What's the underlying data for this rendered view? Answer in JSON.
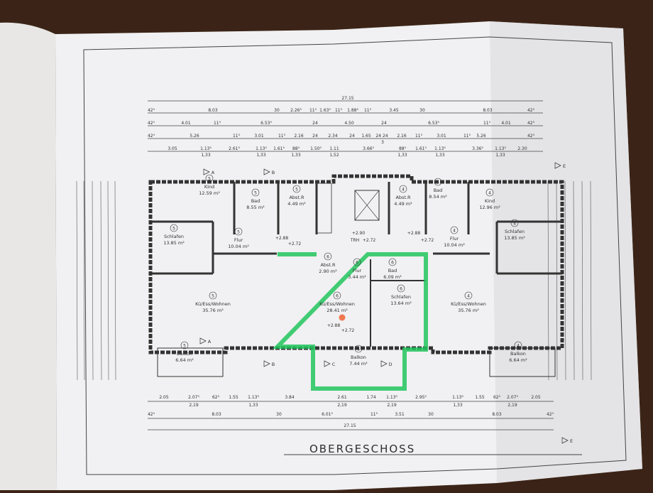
{
  "drawing": {
    "title": "OBERGESCHOSS",
    "highlight_color": "#22c55e",
    "marker_color": "#f05a28",
    "section_markers": [
      "A",
      "A",
      "B",
      "B",
      "C",
      "D",
      "E",
      "E"
    ]
  },
  "rooms": [
    {
      "unit": "5",
      "name": "Kind",
      "area": "12.59 m²"
    },
    {
      "unit": "5",
      "name": "Bad",
      "area": "8.55 m²"
    },
    {
      "unit": "5",
      "name": "Abst.R",
      "area": "4.49 m²"
    },
    {
      "unit": "5",
      "name": "Schlafen",
      "area": "13.85 m²"
    },
    {
      "unit": "5",
      "name": "Flur",
      "area": "10.04 m²"
    },
    {
      "unit": "5",
      "name": "Kü/Ess/Wohnen",
      "area": "35.76 m²"
    },
    {
      "unit": "5",
      "name": "Balkon",
      "area": "6.64 m²"
    },
    {
      "unit": "6",
      "name": "Abst.R",
      "area": "2.90 m²"
    },
    {
      "unit": "6",
      "name": "Flur",
      "area": "3.44 m²"
    },
    {
      "unit": "6",
      "name": "Bad",
      "area": "6.09 m²"
    },
    {
      "unit": "6",
      "name": "Schlafen",
      "area": "13.64 m²"
    },
    {
      "unit": "6",
      "name": "Kü/Ess/Wohnen",
      "area": "28.41 m²"
    },
    {
      "unit": "6",
      "name": "Balkon",
      "area": "7.44 m²"
    },
    {
      "unit": "4",
      "name": "Abst.R",
      "area": "4.49 m²"
    },
    {
      "unit": "4",
      "name": "Bad",
      "area": "8.54 m²"
    },
    {
      "unit": "4",
      "name": "Kind",
      "area": "12.96 m²"
    },
    {
      "unit": "4",
      "name": "Flur",
      "area": "10.04 m²"
    },
    {
      "unit": "4",
      "name": "Schlafen",
      "area": "13.85 m²"
    },
    {
      "unit": "4",
      "name": "Kü/Ess/Wohnen",
      "area": "35.76 m²"
    },
    {
      "unit": "4",
      "name": "Balkon",
      "area": "6.64 m²"
    }
  ],
  "levels": [
    "+2.88",
    "+2.72",
    "TRH",
    "+2.90",
    "+2.72",
    "+2.88",
    "+2.72",
    "+2.88",
    "+2.72"
  ],
  "dimensions": {
    "top": [
      [
        "27.15"
      ],
      [
        "42⁵",
        "8.03",
        "30",
        "2.26⁵",
        "11⁵",
        "1.63⁵",
        "11⁵",
        "1.88⁵",
        "11⁵",
        "3.45",
        "30",
        "8.03",
        "42⁵"
      ],
      [
        "42⁵",
        "4.01",
        "11⁵",
        "6.53⁵",
        "24",
        "4.50",
        "24",
        "6.53⁵",
        "11⁵",
        "4.01",
        "42⁵"
      ],
      [
        "42⁵",
        "5.26",
        "11⁵",
        "3.01",
        "11⁵",
        "2.16",
        "24",
        "2.34",
        "24",
        "1.65",
        "24 24",
        "3",
        "2.16",
        "11⁵",
        "3.01",
        "11⁵",
        "5.26",
        "42⁵"
      ],
      [
        "3.05",
        "1.13⁵",
        "1,33",
        "2.61⁵",
        "1.13⁵",
        "1,33",
        "1.61⁵",
        "88⁵",
        "1,33",
        "1.50⁵",
        "1.11",
        "1,52",
        "3.66⁵",
        "88⁵",
        "1,33",
        "1.61⁵",
        "1.13⁵",
        "1,33",
        "3.36⁵",
        "1.13⁵",
        "1,33",
        "2.30"
      ]
    ],
    "bottom": [
      [
        "2.05",
        "2.07⁵",
        "2,19",
        "62⁵",
        "1.55",
        "1.13⁵",
        "1,33",
        "3.84",
        "2.61",
        "2,19",
        "1.74",
        "1.13⁵",
        "2,19",
        "2.95⁵",
        "1.13⁵",
        "1,33",
        "1.55",
        "62⁵",
        "2.07⁵",
        "2,19",
        "2.05"
      ],
      [
        "42⁵",
        "8.03",
        "30",
        "6.01⁵",
        "11⁵",
        "3.51",
        "30",
        "8.03",
        "42⁵"
      ],
      [
        "27.15"
      ]
    ]
  }
}
